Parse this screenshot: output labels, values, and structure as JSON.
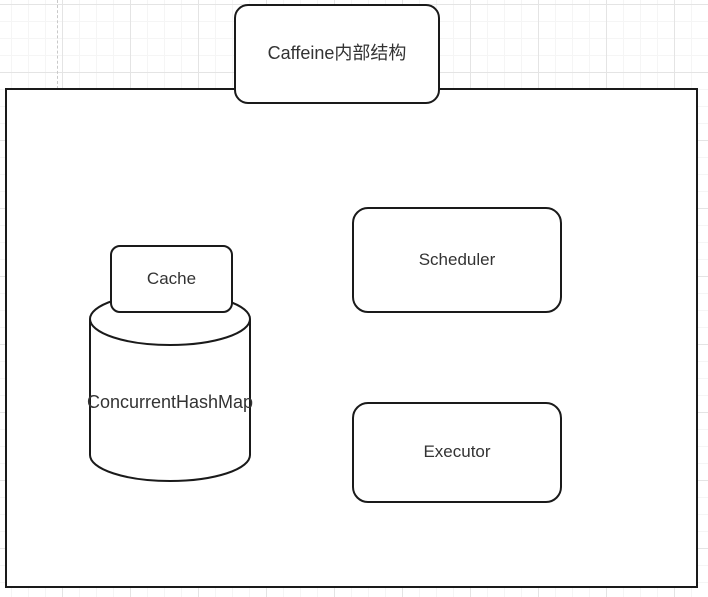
{
  "diagram": {
    "title_label": "Caffeine内部结构",
    "nodes": {
      "cache": {
        "label": "Cache"
      },
      "map": {
        "label": "ConcurrentHashMap"
      },
      "scheduler": {
        "label": "Scheduler"
      },
      "executor": {
        "label": "Executor"
      }
    },
    "colors": {
      "stroke": "#1a1a1a",
      "text": "#333333",
      "fill": "#ffffff",
      "grid_minor": "#f5f5f5",
      "grid_major": "#e4e4e4"
    }
  }
}
